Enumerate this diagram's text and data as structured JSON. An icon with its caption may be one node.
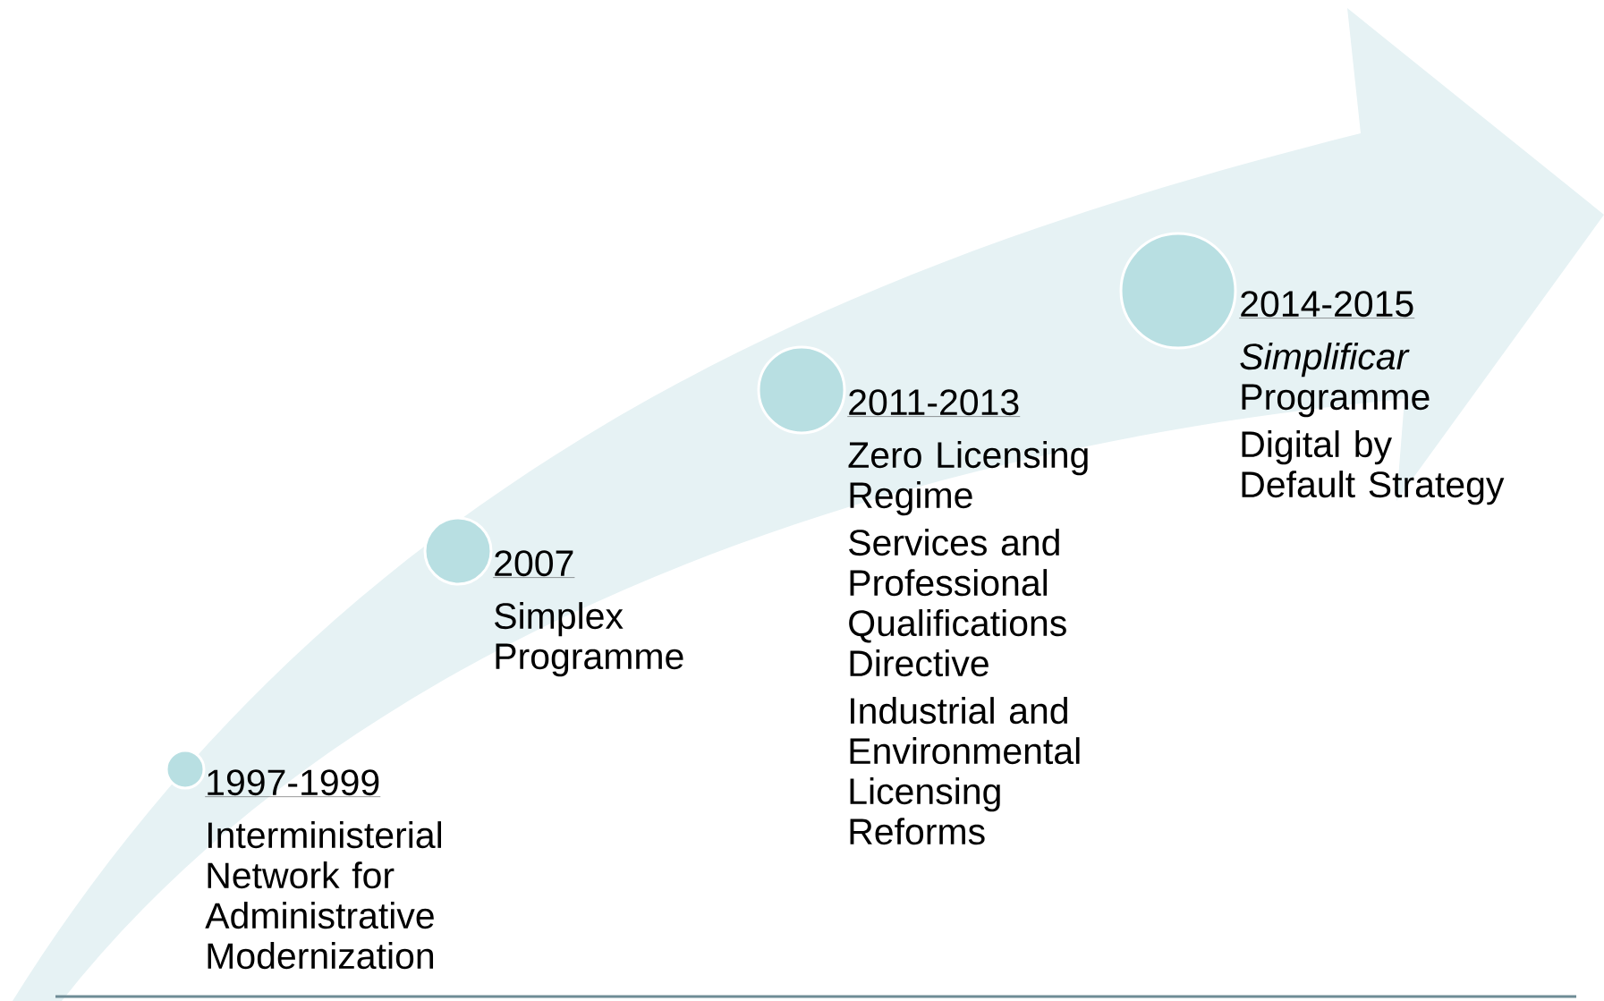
{
  "diagram": {
    "nodes": [
      {
        "text": [],
        "shape": "circle",
        "beside": [
          "1997-1999",
          "Interministerial Network for Administrative Modernization"
        ]
      },
      {
        "text": [],
        "shape": "circle",
        "beside": [
          "2007",
          "Simplex Programme"
        ]
      },
      {
        "text": [],
        "shape": "circle",
        "beside": [
          "2011-2013",
          "Zero Licensing Regime",
          "Services and Professional Qualifications Directive",
          "Industrial and Environmental Licensing Reforms"
        ]
      },
      {
        "text": [],
        "shape": "circle",
        "beside": [
          "2014-2015",
          "*Simplificar* Programme",
          "Digital by Default Strategy"
        ]
      }
    ],
    "edges": []
  }
}
